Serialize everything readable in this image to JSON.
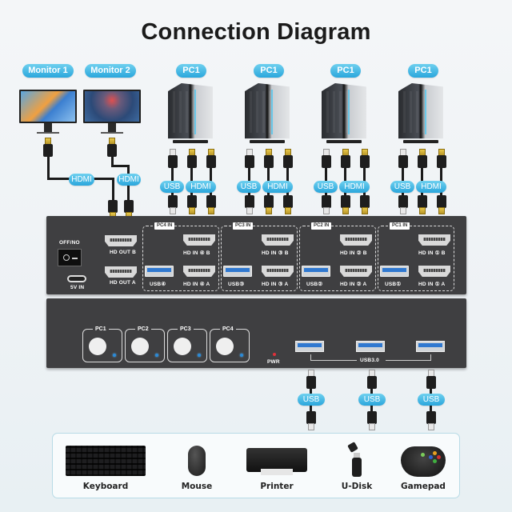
{
  "title": "Connection Diagram",
  "top_labels": {
    "monitors": [
      "Monitor 1",
      "Monitor 2"
    ],
    "pcs": [
      "PC1",
      "PC1",
      "PC1",
      "PC1"
    ]
  },
  "cable_labels": {
    "monitor_hdmi": [
      "HDMI",
      "HDMI"
    ],
    "pc_usb": "USB",
    "pc_hdmi": "HDMI",
    "peripheral_usb": [
      "USB",
      "USB",
      "USB"
    ]
  },
  "back_panel": {
    "power_switch_label": "OFF/NO",
    "power_in_label": "5V IN",
    "hd_out_b": "HD OUT B",
    "hd_out_a": "HD OUT A",
    "groups": [
      {
        "label": "PC4 IN",
        "usb": "USB④",
        "hd_b": "HD IN ④ B",
        "hd_a": "HD IN ④ A"
      },
      {
        "label": "PC3 IN",
        "usb": "USB③",
        "hd_b": "HD IN ③ B",
        "hd_a": "HD IN ③ A"
      },
      {
        "label": "PC2 IN",
        "usb": "USB②",
        "hd_b": "HD IN ② B",
        "hd_a": "HD IN ② A"
      },
      {
        "label": "PC1 IN",
        "usb": "USB①",
        "hd_b": "HD IN ① B",
        "hd_a": "HD IN ① A"
      }
    ]
  },
  "front_panel": {
    "buttons": [
      "PC1",
      "PC2",
      "PC3",
      "PC4"
    ],
    "power_led_label": "PWR",
    "usb_hub_label": "USB3.0"
  },
  "peripherals": [
    "Keyboard",
    "Mouse",
    "Printer",
    "U-Disk",
    "Gamepad"
  ],
  "colors": {
    "pill_blue": "#2aa6dc",
    "device_body": "#3f3f41",
    "led_blue": "#2a8ad8",
    "led_red": "#e0303a"
  }
}
